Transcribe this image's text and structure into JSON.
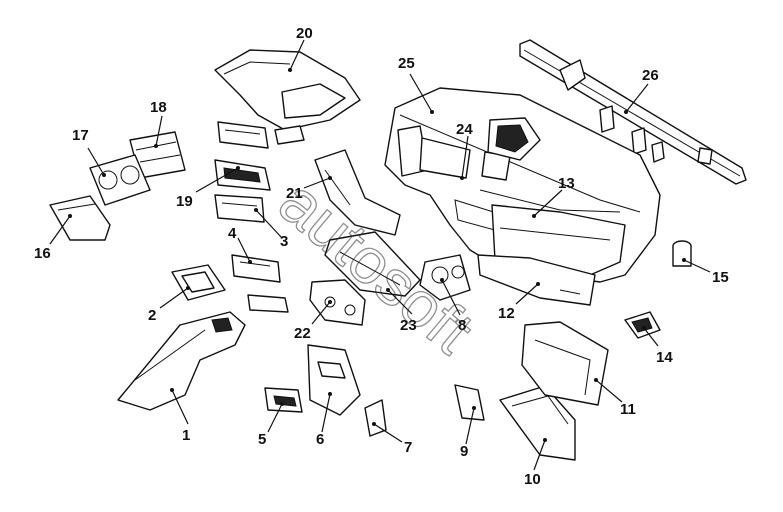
{
  "watermark": "autosoft",
  "callouts": [
    {
      "id": "1",
      "label": "1"
    },
    {
      "id": "2",
      "label": "2"
    },
    {
      "id": "3",
      "label": "3"
    },
    {
      "id": "4",
      "label": "4"
    },
    {
      "id": "5",
      "label": "5"
    },
    {
      "id": "6",
      "label": "6"
    },
    {
      "id": "7",
      "label": "7"
    },
    {
      "id": "8",
      "label": "8"
    },
    {
      "id": "9",
      "label": "9"
    },
    {
      "id": "10",
      "label": "10"
    },
    {
      "id": "11",
      "label": "11"
    },
    {
      "id": "12",
      "label": "12"
    },
    {
      "id": "13",
      "label": "13"
    },
    {
      "id": "14",
      "label": "14"
    },
    {
      "id": "15",
      "label": "15"
    },
    {
      "id": "16",
      "label": "16"
    },
    {
      "id": "17",
      "label": "17"
    },
    {
      "id": "18",
      "label": "18"
    },
    {
      "id": "19",
      "label": "19"
    },
    {
      "id": "20",
      "label": "20"
    },
    {
      "id": "21",
      "label": "21"
    },
    {
      "id": "22",
      "label": "22"
    },
    {
      "id": "23",
      "label": "23"
    },
    {
      "id": "24",
      "label": "24"
    },
    {
      "id": "25",
      "label": "25"
    },
    {
      "id": "26",
      "label": "26"
    }
  ]
}
